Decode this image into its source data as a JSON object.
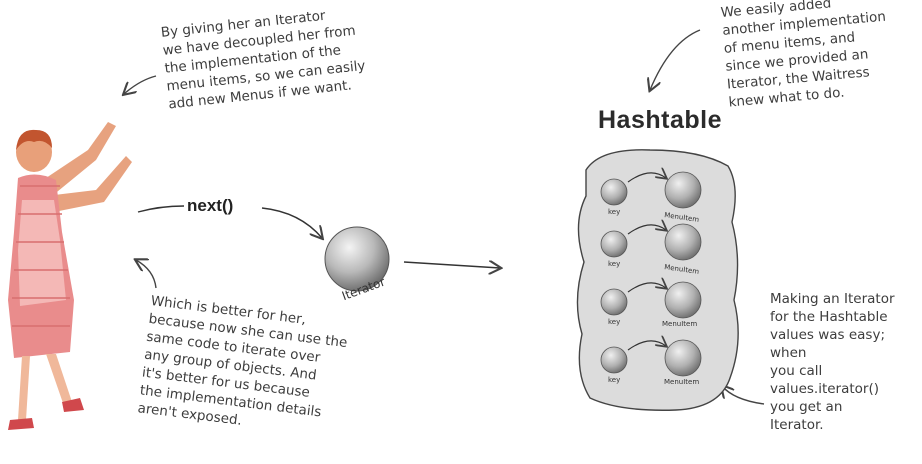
{
  "notes": {
    "top_left": "By giving her an Iterator\nwe have decoupled her from\nthe implementation of the\nmenu items, so we can easily\nadd new Menus if we want.",
    "top_right": "We easily added\nanother implementation\nof menu items, and\nsince we provided an\nIterator, the Waitress\nknew what to do.",
    "bottom_left": "Which is better for her,\nbecause now she can use the\nsame code to iterate over\nany group of objects.  And\nit's better for us because\nthe implementation details\naren't exposed.",
    "bottom_right": "Making an Iterator\nfor the Hashtable\nvalues was easy; when\nyou call\nvalues.iterator()\nyou get an\nIterator."
  },
  "hashtable": {
    "title": "Hashtable",
    "key_label": "key",
    "value_label": "MenuItem",
    "entries": 4
  },
  "call_label": "next()",
  "iterator_label": "Iterator"
}
